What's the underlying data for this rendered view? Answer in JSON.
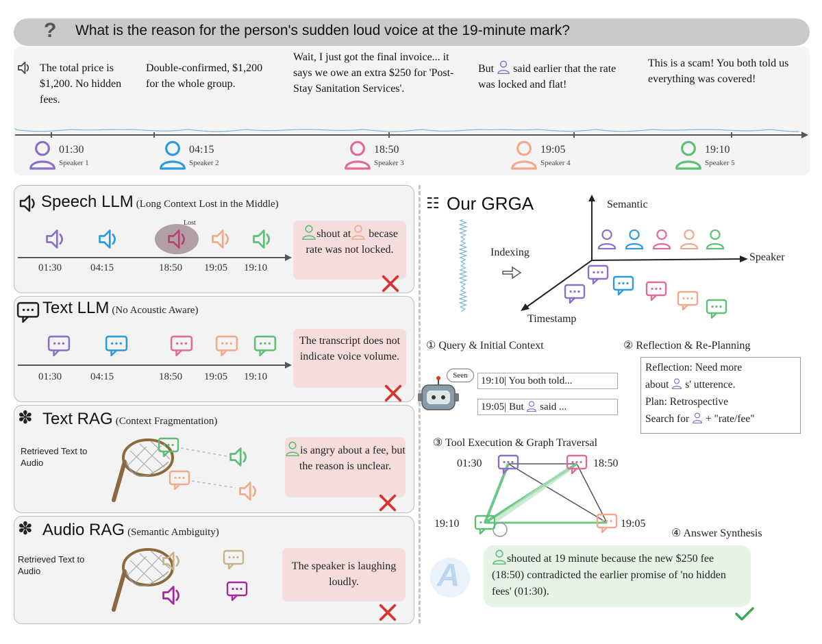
{
  "question": "What is the reason for the person's sudden loud voice at the 19-minute mark?",
  "utterances": [
    "The total price is $1,200. No hidden fees.",
    "Double-confirmed, $1,200 for the whole group.",
    "Wait, I just got the final invoice... it says we owe an extra $250 for 'Post-Stay Sanitation Services'.",
    "said earlier that the rate was locked and flat!",
    "This is a scam! You both told us everything was covered!"
  ],
  "utterance4_prefix": "But",
  "timeline": [
    {
      "time": "01:30",
      "speaker": "Speaker 1",
      "color": "#8a6fc7"
    },
    {
      "time": "04:15",
      "speaker": "Speaker 2",
      "color": "#2b9be0"
    },
    {
      "time": "18:50",
      "speaker": "Speaker 3",
      "color": "#e06b9a"
    },
    {
      "time": "19:05",
      "speaker": "Speaker 4",
      "color": "#f2a88c"
    },
    {
      "time": "19:10",
      "speaker": "Speaker 5",
      "color": "#5cbf76"
    }
  ],
  "methods": {
    "speech": {
      "title": "Speech LLM",
      "subtitle": "(Long Context Lost in the Middle)",
      "lost": "Lost",
      "answer_prefix": "shout at",
      "answer_rest": "becase rate was not locked."
    },
    "text": {
      "title": "Text LLM",
      "subtitle": "(No Acoustic Aware)",
      "answer": "The transcript does not indicate voice volume."
    },
    "text_rag": {
      "title": "Text RAG",
      "subtitle": "(Context Fragmentation)",
      "retrieved": "Retrieved Text to Audio",
      "answer": "is angry about a fee, but the reason is unclear."
    },
    "audio_rag": {
      "title": "Audio RAG",
      "subtitle": "(Semantic Ambiguity)",
      "retrieved": "Retrieved Text to Audio",
      "answer": "The speaker is laughing loudly."
    }
  },
  "time_labels": [
    "01:30",
    "04:15",
    "18:50",
    "19:05",
    "19:10"
  ],
  "grga": {
    "title": "Our GRGA",
    "indexing": "Indexing",
    "axis_semantic": "Semantic",
    "axis_speaker": "Speaker",
    "axis_timestamp": "Timestamp",
    "step1": "① Query & Initial Context",
    "step2": "② Reflection & Re-Planning",
    "step3": "③ Tool Execution & Graph Traversal",
    "step4": "④ Answer Synthesis",
    "seen": "Seen",
    "ctx1_time": "19:10",
    "ctx1_text": "You both told...",
    "ctx2_time": "19:05",
    "ctx2_prefix": "But",
    "ctx2_suffix": "said ...",
    "reflection_l1": "Reflection: Need more",
    "reflection_l2_prefix": "about",
    "reflection_l2_suffix": "s' utterence.",
    "plan_l1": "Plan: Retrospective",
    "plan_l2_prefix": "Search for",
    "plan_l2_suffix": "+ \"rate/fee\"",
    "graph_times": [
      "01:30",
      "18:50",
      "19:10",
      "19:05"
    ],
    "answer": "shouted at 19 minute because the new $250 fee (18:50) contradicted the earlier promise of 'no hidden fees' (01:30).",
    "answer_letter": "A"
  },
  "colors": {
    "purple": "#8a6fc7",
    "blue": "#2b9be0",
    "pink": "#e06b9a",
    "peach": "#f2a88c",
    "green": "#5cbf76",
    "wrong": "#d9332f",
    "right": "#3aa75a"
  }
}
